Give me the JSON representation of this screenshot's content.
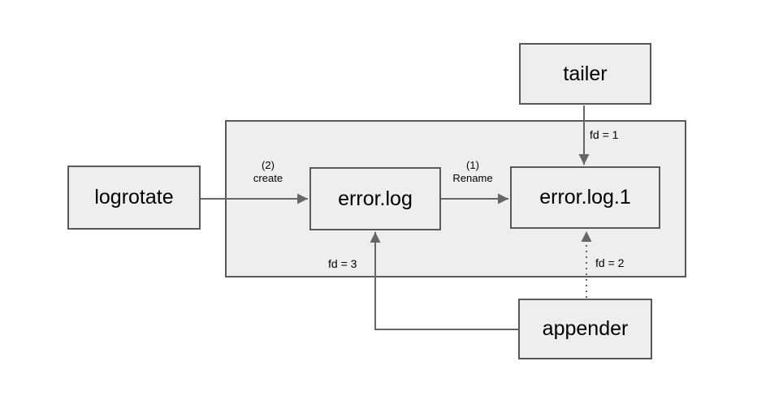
{
  "diagram": {
    "description": "Log rotation file-descriptor diagram",
    "colors": {
      "background": "#ffffff",
      "node_fill": "#eeeeee",
      "node_border": "#595959",
      "arrow": "#666666",
      "text": "#000000"
    },
    "nodes": {
      "tailer": {
        "label": "tailer"
      },
      "logrotate": {
        "label": "logrotate"
      },
      "error_log": {
        "label": "error.log"
      },
      "error_log_1": {
        "label": "error.log.1"
      },
      "appender": {
        "label": "appender"
      }
    },
    "edge_labels": {
      "create": {
        "step": "(2)",
        "action": "create"
      },
      "rename": {
        "step": "(1)",
        "action": "Rename"
      },
      "fd1": "fd = 1",
      "fd2": "fd = 2",
      "fd3": "fd = 3"
    }
  }
}
